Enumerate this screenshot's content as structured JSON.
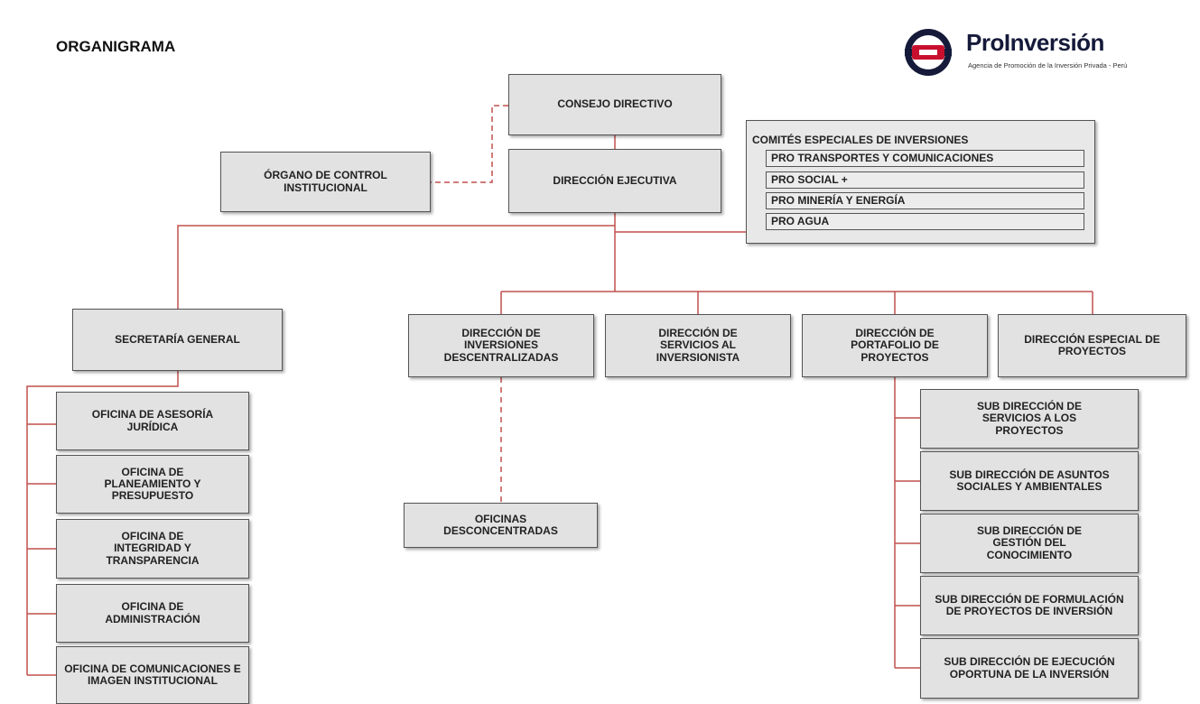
{
  "header": {
    "title": "ORGANIGRAMA"
  },
  "logo": {
    "name": "ProInversión",
    "tagline": "Agencia de Promoción de la Inversión Privada - Perú"
  },
  "nodes": {
    "consejo_directivo": "CONSEJO DIRECTIVO",
    "direccion_ejecutiva": "DIRECCIÓN EJECUTIVA",
    "organo_control": "ÓRGANO DE CONTROL INSTITUCIONAL",
    "secretaria_general": "SECRETARÍA GENERAL",
    "dir_inversiones_descentralizadas": "DIRECCIÓN DE INVERSIONES DESCENTRALIZADAS",
    "dir_servicios_inversionista": "DIRECCIÓN DE SERVICIOS AL INVERSIONISTA",
    "dir_portafolio_proyectos": "DIRECCIÓN DE PORTAFOLIO DE PROYECTOS",
    "dir_especial_proyectos": "DIRECCIÓN ESPECIAL DE PROYECTOS",
    "oficinas_desconcentradas": "OFICINAS DESCONCENTRADAS"
  },
  "committee": {
    "title": "COMITÉS ESPECIALES DE INVERSIONES",
    "items": [
      "PRO TRANSPORTES Y COMUNICACIONES",
      "PRO SOCIAL +",
      "PRO MINERÍA Y ENERGÍA",
      "PRO AGUA"
    ]
  },
  "offices": [
    "OFICINA DE ASESORÍA JURÍDICA",
    "OFICINA DE PLANEAMIENTO Y PRESUPUESTO",
    "OFICINA DE INTEGRIDAD Y TRANSPARENCIA",
    "OFICINA DE ADMINISTRACIÓN",
    "OFICINA DE COMUNICACIONES E IMAGEN INSTITUCIONAL"
  ],
  "subdirections": [
    "SUB DIRECCIÓN DE SERVICIOS A LOS PROYECTOS",
    "SUB DIRECCIÓN DE ASUNTOS SOCIALES Y AMBIENTALES",
    "SUB DIRECCIÓN DE GESTIÓN DEL CONOCIMIENTO",
    "SUB DIRECCIÓN DE FORMULACIÓN DE PROYECTOS DE INVERSIÓN",
    "SUB DIRECCIÓN DE EJECUCIÓN OPORTUNA DE LA INVERSIÓN"
  ],
  "colors": {
    "line": "#c0504d",
    "box": "#e2e2e2",
    "logo_red": "#c8102e",
    "logo_navy": "#151a3a"
  }
}
